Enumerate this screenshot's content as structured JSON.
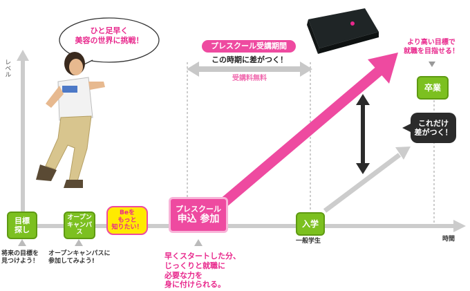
{
  "axes": {
    "y_label": "レベル",
    "x_label": "時間"
  },
  "speech_bubble": "ひと足早く\n美容の世界に挑戦！",
  "steps": {
    "step1": {
      "label": "目標\n探し",
      "caption": "将来の目標を\n見つけよう！"
    },
    "step2": {
      "label": "オープン\nキャンパス",
      "caption": "オープンキャンパスに\n参加してみよう!"
    },
    "step3": {
      "label": "Beを\nもっと\n知りたい！"
    },
    "step4": {
      "label_line1": "プレスクール",
      "label_line2": "申込 参加",
      "caption": "早くスタートした分、\nじっくりと就職に\n必要な力を\n身に付けられる。"
    },
    "entry": {
      "label": "入学",
      "caption": "一般学生"
    },
    "graduation": {
      "label": "卒業"
    }
  },
  "period": {
    "badge": "プレスクール受講期間",
    "text": "この時期に差がつく！",
    "fee": "受講料無料"
  },
  "goal_text": "より高い目標で\n就職を目指せる！",
  "difference_text": "これだけ\n差がつく！",
  "colors": {
    "pink": "#ee4aa0",
    "green": "#7cc020",
    "gray": "#cccccc",
    "dark": "#2b2b2b",
    "yellow": "#ffea00"
  }
}
